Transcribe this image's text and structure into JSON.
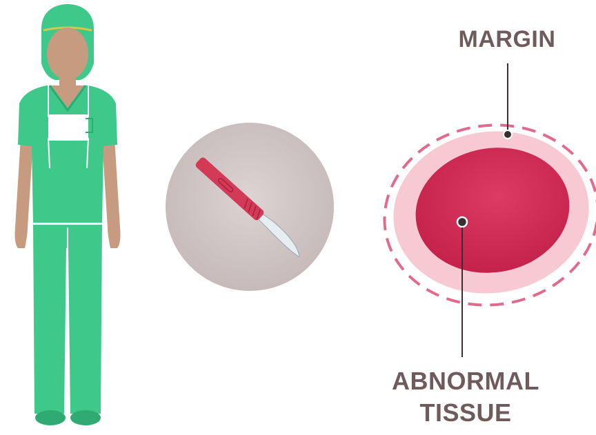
{
  "labels": {
    "margin": "MARGIN",
    "abnormal_line1": "ABNORMAL",
    "abnormal_line2": "TISSUE"
  },
  "colors": {
    "scrubs": "#3ec98a",
    "scrubs_dark": "#2eaa72",
    "skin": "#c79b80",
    "mask": "#ffffff",
    "scalpel_handle": "#d23a55",
    "scalpel_blade": "#e6eef2",
    "circle_bg": "#cfc4c4",
    "margin_fill": "#f6c9d3",
    "margin_dash": "#e06b8a",
    "tissue": "#d42b55",
    "label": "#6f5a5c"
  },
  "icons": {
    "figure": "surgeon-figure",
    "tool": "scalpel-icon"
  }
}
